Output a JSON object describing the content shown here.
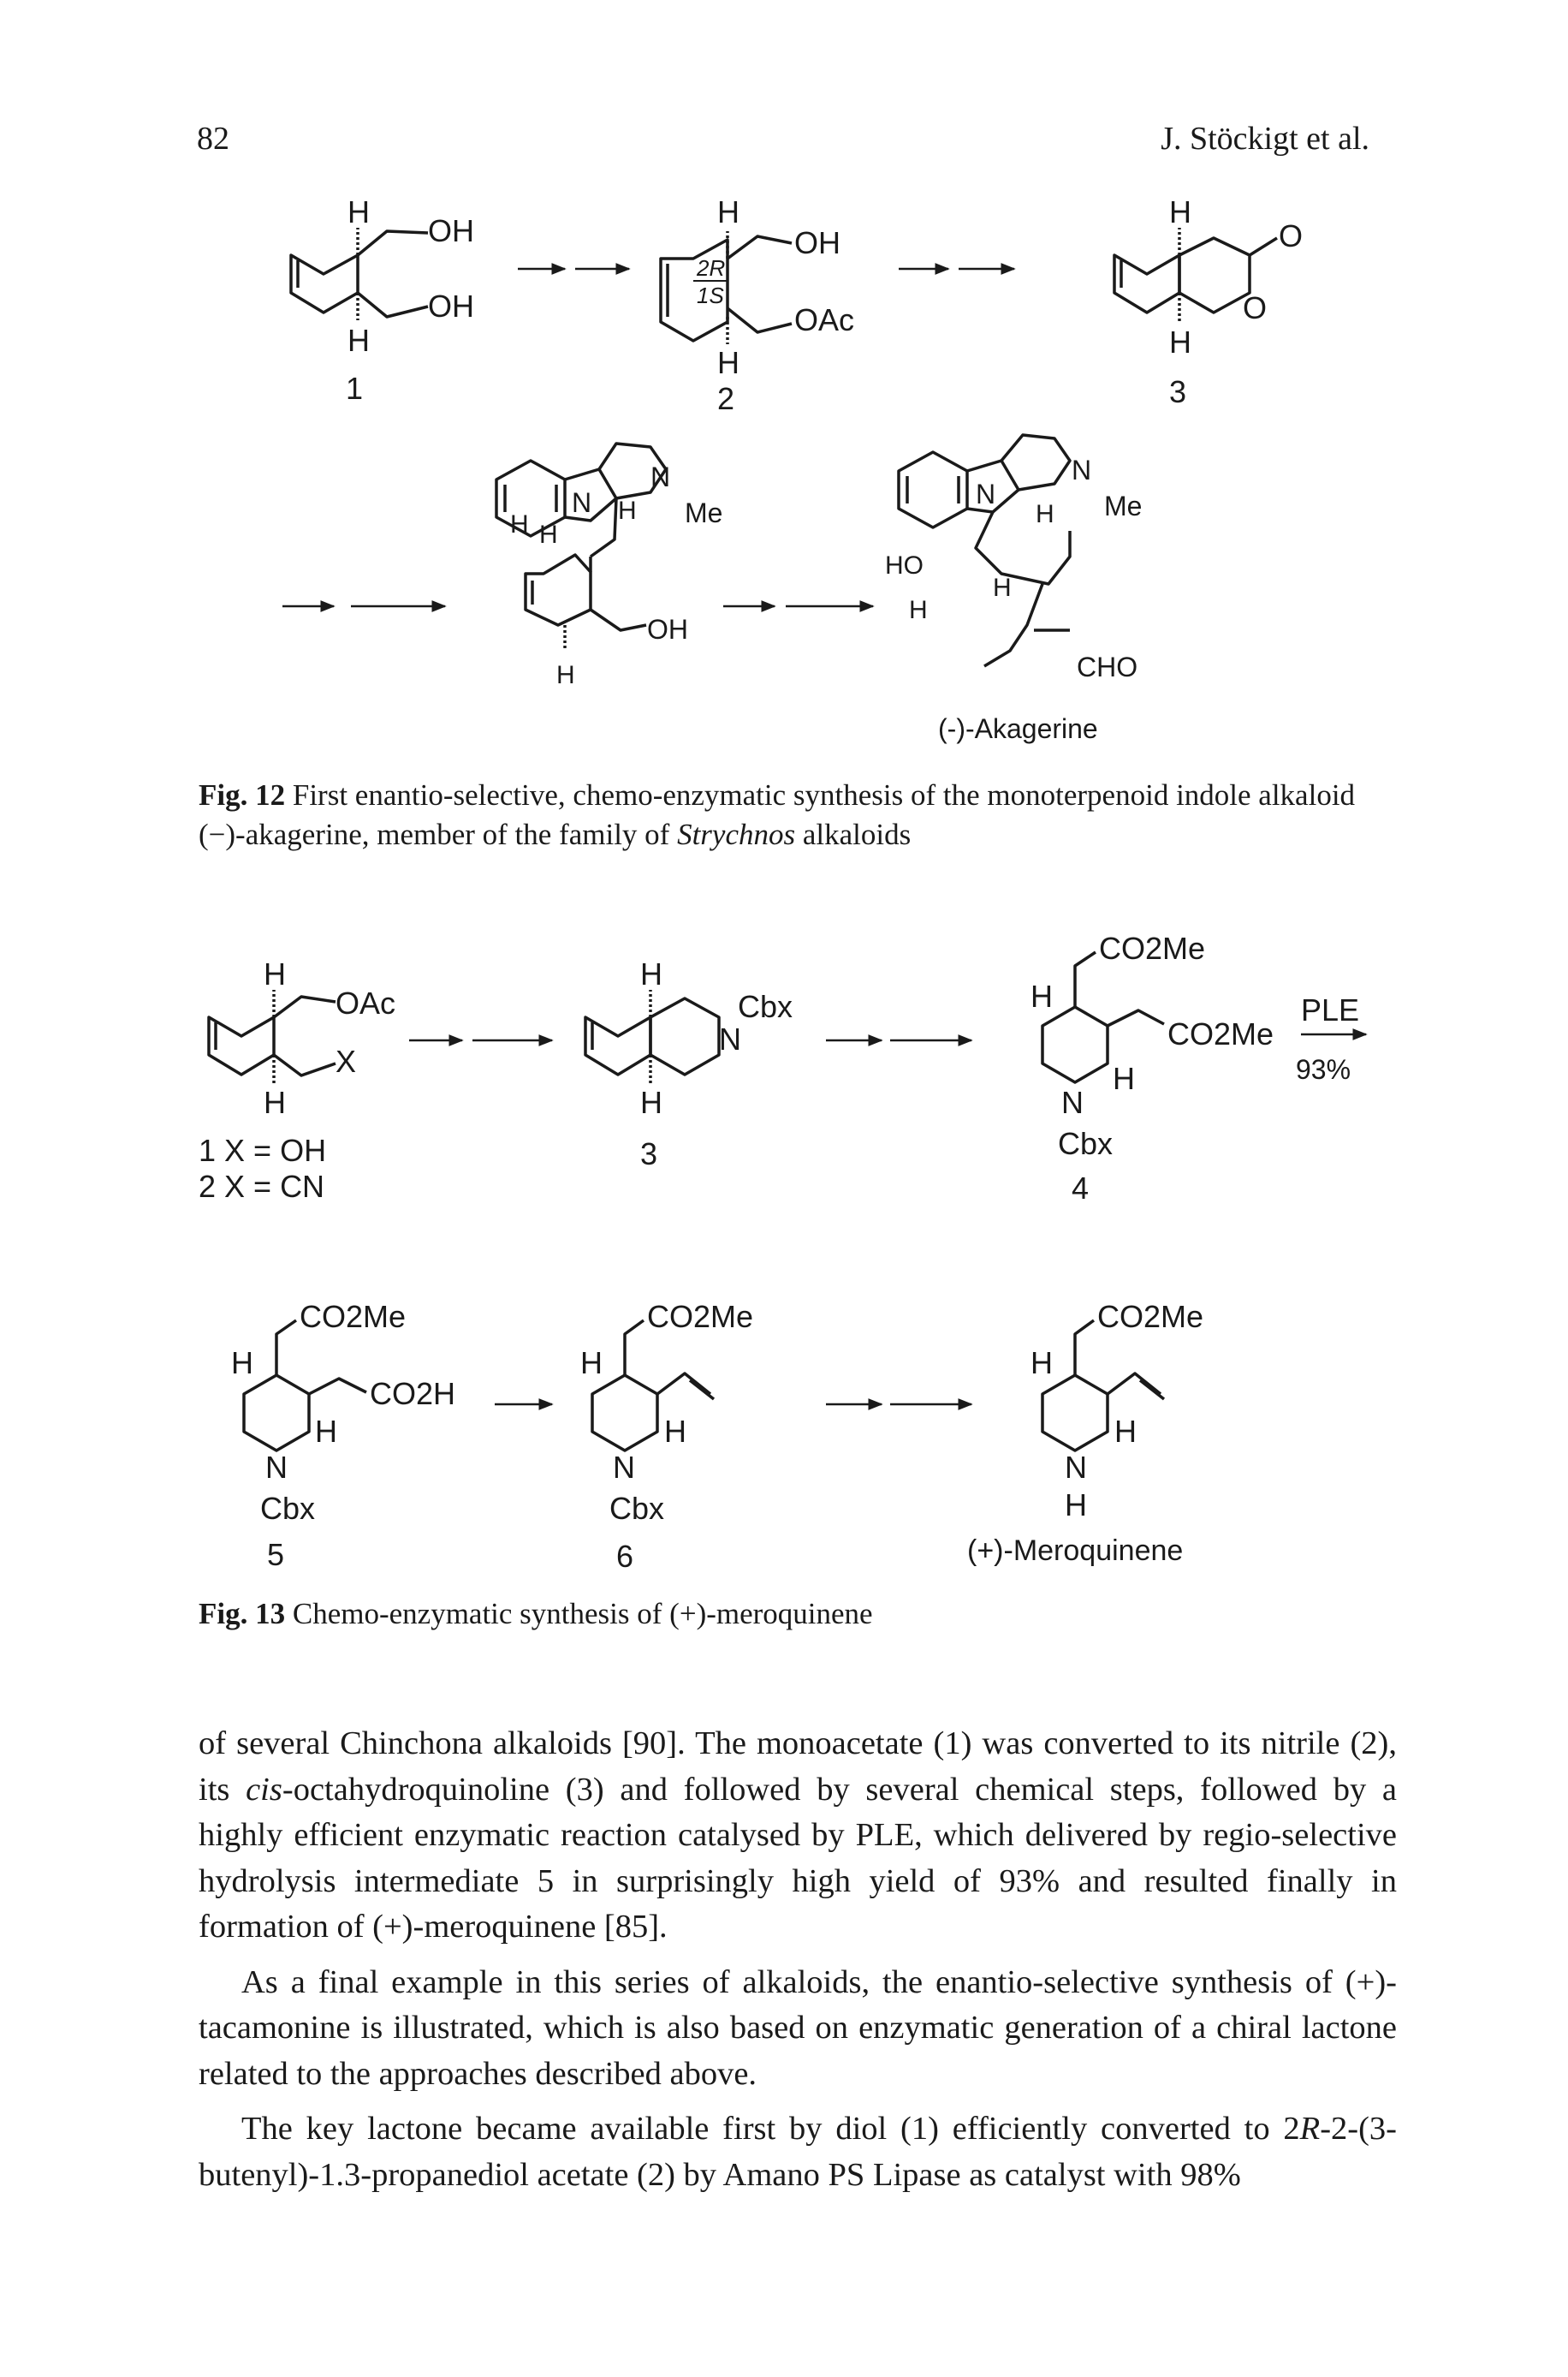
{
  "header": {
    "page_number": "82",
    "running_head": "J. Stöckigt et al."
  },
  "fig12": {
    "compounds": [
      {
        "number": "1",
        "groups": [
          "H",
          "OH",
          "OH",
          "H"
        ]
      },
      {
        "number": "2",
        "groups": [
          "H",
          "2R",
          "1S",
          "OH",
          "OAc",
          "H"
        ]
      },
      {
        "number": "3",
        "groups": [
          "H",
          "O",
          "O",
          "H"
        ]
      }
    ],
    "intermediate_groups": [
      "N",
      "H",
      "H",
      "H",
      "N",
      "Me",
      "OH",
      "H"
    ],
    "product_groups": [
      "N",
      "H",
      "N",
      "Me",
      "HO",
      "H",
      "H",
      "CHO"
    ],
    "product_name": "(-)-Akagerine",
    "caption_label": "Fig. 12",
    "caption_text": " First enantio-selective, chemo-enzymatic synthesis of the monoterpenoid indole alkaloid (−)-akagerine, member of the family of ",
    "caption_italic": "Strychnos",
    "caption_end": " alkaloids"
  },
  "fig13": {
    "c1": {
      "groups": [
        "H",
        "OAc",
        "X",
        "H"
      ],
      "labels": [
        "1 X = OH",
        "2 X = CN"
      ]
    },
    "c3": {
      "number": "3",
      "groups": [
        "H",
        "N",
        "Cbx",
        "H"
      ]
    },
    "c4": {
      "number": "4",
      "groups": [
        "CO2Me",
        "H",
        "CO2Me",
        "H",
        "N",
        "Cbx"
      ]
    },
    "reagent": "PLE",
    "yield": "93%",
    "c5": {
      "number": "5",
      "groups": [
        "CO2Me",
        "H",
        "CO2H",
        "H",
        "N",
        "Cbx"
      ]
    },
    "c6": {
      "number": "6",
      "groups": [
        "CO2Me",
        "H",
        "H",
        "N",
        "Cbx"
      ]
    },
    "c7": {
      "name": "(+)-Meroquinene",
      "groups": [
        "CO2Me",
        "H",
        "H",
        "N",
        "H"
      ]
    },
    "caption_label": "Fig. 13",
    "caption_text": " Chemo-enzymatic synthesis of (+)-meroquinene"
  },
  "body": {
    "p1": {
      "a": "of several Chinchona alkaloids [90]. The monoacetate (1) was converted to its nitrile (2), its ",
      "cis": "cis",
      "b": "-octahydroquinoline (3) and followed by several chemical steps, followed by a highly efficient enzymatic reaction catalysed by PLE, which delivered by regio-selective hydrolysis intermediate 5 in surprisingly high yield of 93% and resulted finally in formation of (+)-meroquinene [85]."
    },
    "p2": "As a final example in this series of alkaloids, the enantio-selective synthesis of (+)-tacamonine is illustrated, which is also based on enzymatic generation of a chiral lactone related to the approaches described above.",
    "p3": {
      "a": "The key lactone became available first by diol (1) efficiently converted to 2",
      "R": "R",
      "b": "-2-(3-butenyl)-1.3-propanediol acetate (2) by Amano PS Lipase as catalyst with 98%"
    }
  }
}
